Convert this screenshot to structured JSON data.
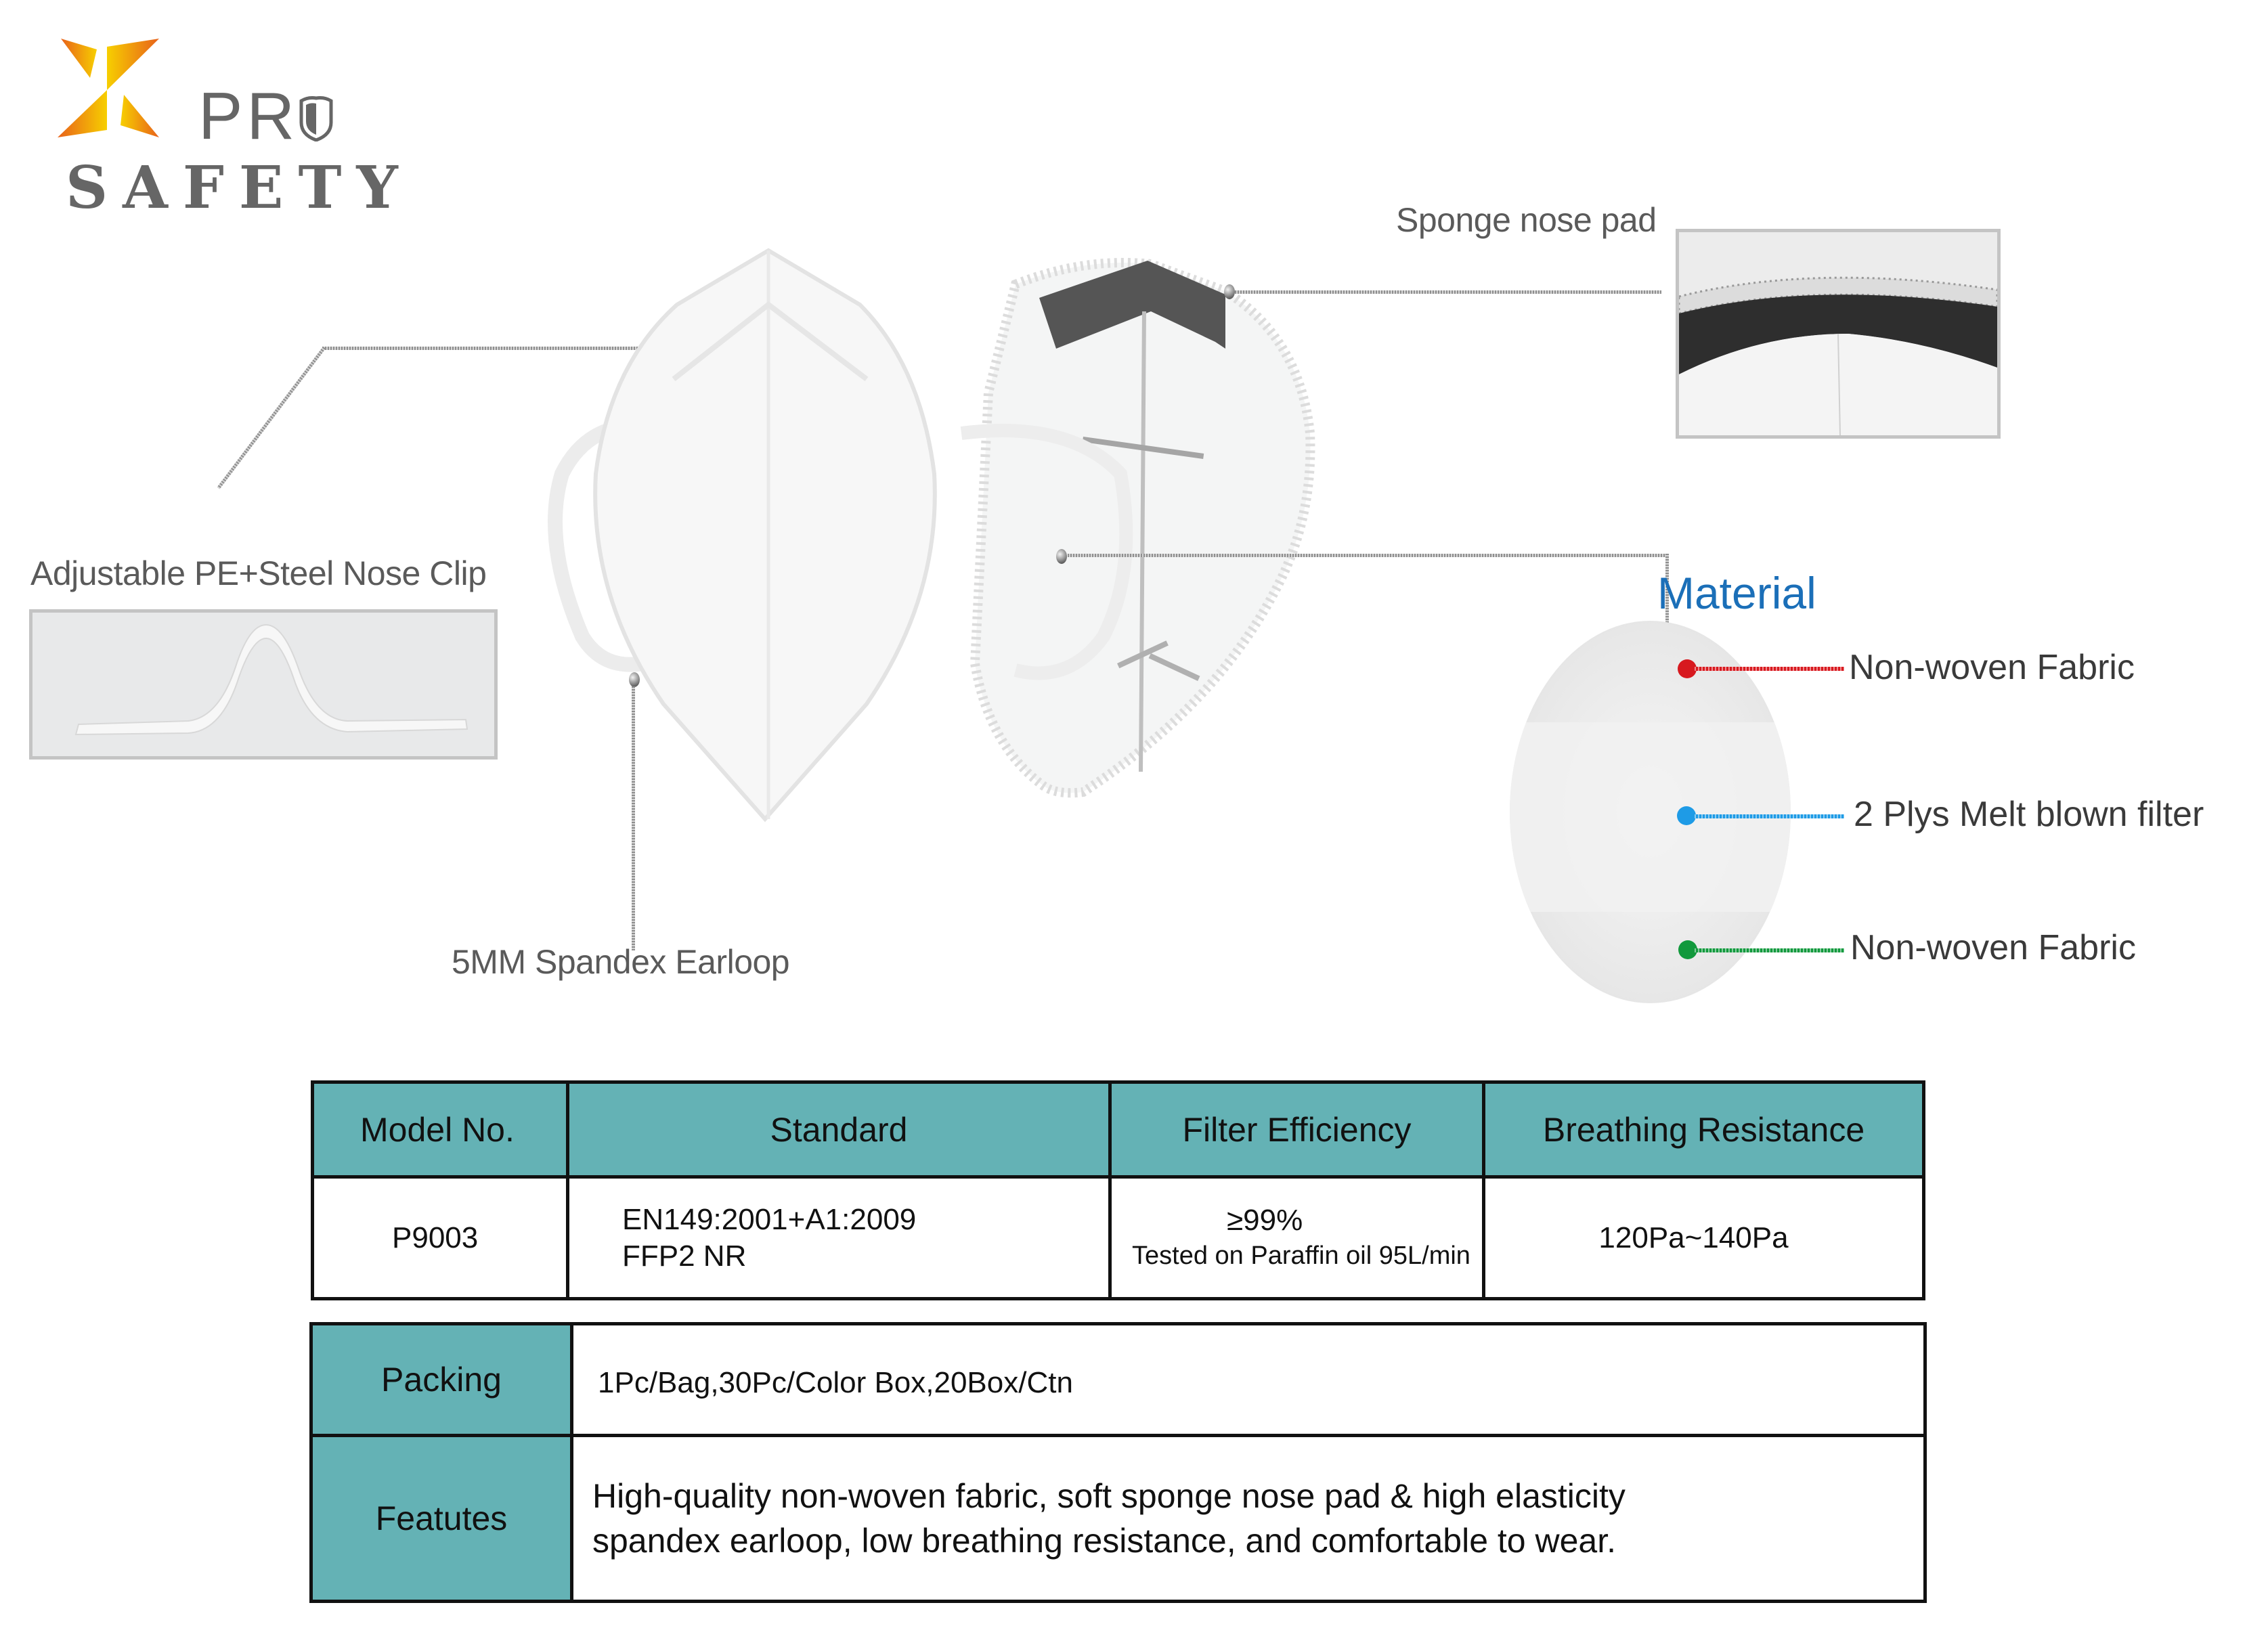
{
  "brand": {
    "mark": "X",
    "pro": "PR",
    "shield_icon": "shield-icon",
    "name": "SAFETY",
    "colors": {
      "mark_light": "#f6c800",
      "mark_dark": "#e8681a",
      "text": "#666666"
    }
  },
  "callouts": {
    "nose_clip": {
      "label": "Adjustable PE+Steel Nose Clip"
    },
    "earloop": {
      "label": "5MM Spandex Earloop"
    },
    "sponge": {
      "label": "Sponge nose pad"
    }
  },
  "material": {
    "title": "Material",
    "title_color": "#1b6fb8",
    "layers": [
      {
        "label": "Non-woven Fabric",
        "color": "#d7191f"
      },
      {
        "label": "2 Plys Melt blown filter",
        "color": "#1e9be6"
      },
      {
        "label": "Non-woven Fabric",
        "color": "#12993d"
      }
    ]
  },
  "spec_table": {
    "header_color": "#64b2b5",
    "headers": [
      "Model No.",
      "Standard",
      "Filter Efficiency",
      "Breathing Resistance"
    ],
    "row": {
      "model": "P9003",
      "standard_line1": "EN149:2001+A1:2009",
      "standard_line2": "FFP2 NR",
      "efficiency": "≥99%",
      "efficiency_note": "Tested on Paraffin oil 95L/min",
      "resistance": "120Pa~140Pa"
    }
  },
  "info_table": {
    "rows": [
      {
        "label": "Packing",
        "value": "1Pc/Bag,30Pc/Color Box,20Box/Ctn"
      },
      {
        "label": "Featutes",
        "value_line1": "High-quality non-woven fabric, soft sponge nose pad & high elasticity",
        "value_line2": "spandex earloop, low breathing resistance, and comfortable to wear."
      }
    ]
  }
}
